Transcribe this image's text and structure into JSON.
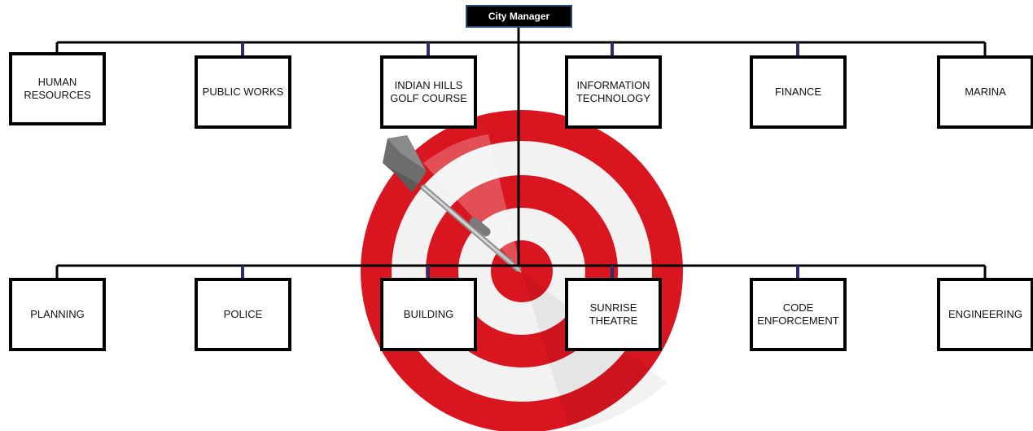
{
  "org_chart": {
    "root": {
      "label": "City Manager"
    },
    "departments_row_1": [
      {
        "label": "HUMAN RESOURCES"
      },
      {
        "label": "PUBLIC WORKS"
      },
      {
        "label": "INDIAN HILLS GOLF COURSE"
      },
      {
        "label": "INFORMATION TECHNOLOGY"
      },
      {
        "label": "FINANCE"
      },
      {
        "label": "MARINA"
      }
    ],
    "departments_row_2": [
      {
        "label": "PLANNING"
      },
      {
        "label": "POLICE"
      },
      {
        "label": "BUILDING"
      },
      {
        "label": "SUNRISE THEATRE"
      },
      {
        "label": "CODE ENFORCEMENT"
      },
      {
        "label": "ENGINEERING"
      }
    ]
  },
  "graphic": {
    "name": "dartboard-with-dart",
    "ring_color": "#d9151f",
    "light_ring_color": "#f2f2f2",
    "connector_color": "#000000",
    "accent_tick_color": "#2d2f6b"
  }
}
